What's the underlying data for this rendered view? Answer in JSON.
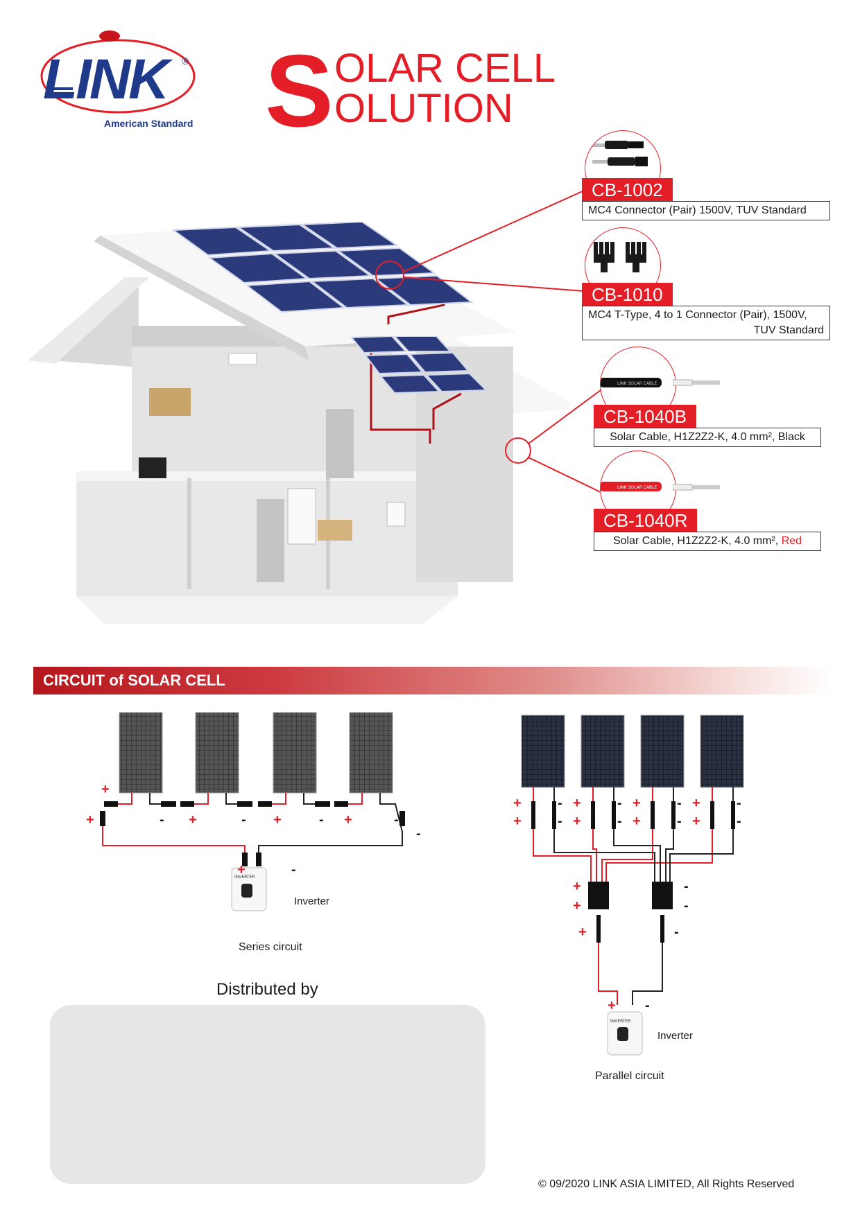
{
  "brand": {
    "logo_word": "LINK",
    "registered": "®",
    "tagline": "American Standard"
  },
  "title": {
    "big_letter": "S",
    "line1": "OLAR CELL",
    "line2": "OLUTION"
  },
  "products": [
    {
      "code": "CB-1002",
      "desc": "MC4 Connector (Pair)  1500V, TUV Standard"
    },
    {
      "code": "CB-1010",
      "desc_line1": "MC4 T-Type, 4 to 1 Connector (Pair), 1500V,",
      "desc_line2": "TUV Standard"
    },
    {
      "code": "CB-1040B",
      "desc": "Solar Cable, H1Z2Z2-K, 4.0 mm², Black",
      "cable_print": "LINK SOLAR CABLE"
    },
    {
      "code": "CB-1040R",
      "desc_prefix": "Solar Cable, H1Z2Z2-K, 4.0 mm², ",
      "desc_color": "Red",
      "cable_print": "LINK SOLAR CABLE"
    }
  ],
  "circuit": {
    "heading": "CIRCUIT of SOLAR CELL",
    "series_caption": "Series circuit",
    "parallel_caption": "Parallel circuit",
    "inverter_label": "Inverter",
    "inverter_print": "INVERTER",
    "plus": "+",
    "minus": "-"
  },
  "distributed_by": "Distributed by",
  "footer": "© 09/2020  LINK ASIA LIMITED,  All Rights Reserved",
  "colors": {
    "accent": "#e41e26",
    "logo_blue": "#1f3a8a",
    "panel": "#2b3a7a"
  }
}
